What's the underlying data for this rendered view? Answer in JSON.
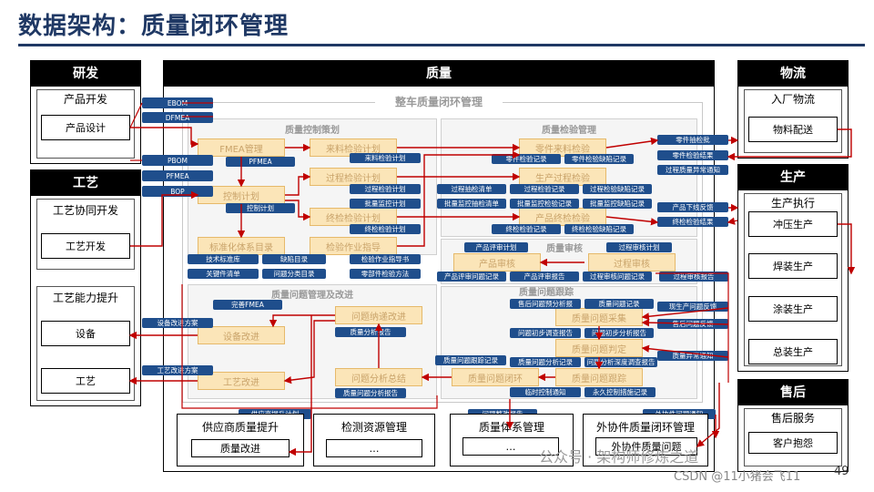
{
  "title": "数据架构：质量闭环管理",
  "page_number": "49",
  "left": {
    "rd": {
      "header": "研发",
      "group": "产品开发",
      "item": "产品设计"
    },
    "process": {
      "header": "工艺",
      "group1": "工艺协同开发",
      "item1": "工艺开发",
      "group2": "工艺能力提升",
      "item2": "设备",
      "item3": "工艺"
    }
  },
  "center": {
    "header": "质量",
    "frame_label": "整车质量闭环管理",
    "zones": {
      "qc_plan": "质量控制策划",
      "qi_manage": "质量检验管理",
      "qi_mgmt2": "质量问题管理及改进",
      "qa": "质量审核",
      "track": "质量问题跟踪"
    },
    "orange": {
      "fmea": "FMEA管理",
      "ctrl_plan": "控制计划",
      "std": "标准化体系目录",
      "incoming_plan": "来料检验计划",
      "process_plan": "过程检验计划",
      "final_plan": "终检检验计划",
      "guide": "检验作业指导",
      "parts_in": "零件来料检验",
      "process_check": "生产过程检验",
      "product_final": "产品终检检验",
      "prod_audit": "产品审核",
      "process_audit": "过程审核",
      "issue_summary": "问题纳递改进",
      "device_improve": "设备改进",
      "process_improve": "工艺改进",
      "issue_analysis": "问题分析总结",
      "issue_close": "质量问题闭环",
      "issue_collect": "质量问题采集",
      "issue_judge": "质量问题判定",
      "issue_trace": "质量问题跟踪"
    },
    "blue": {
      "ebom": "EBOM",
      "dfmea": "DFMEA",
      "pbom": "PBOM",
      "pfmea_l": "PFMEA",
      "bop": "BOP",
      "pfmea": "PFMEA",
      "ctrl_plan": "控制计划",
      "tech_std": "技术标准库",
      "key_list": "关键件清单",
      "defect_dir": "缺陷目录",
      "issue_dir": "问题分类目录",
      "guide_book": "检验作业指导书",
      "parts_method": "零部件检验方法",
      "inc_plan": "来料检验计划",
      "proc_plan": "过程检验计划",
      "batch_plan": "批量监控计划",
      "final_plan": "终检检验计划",
      "proc_list": "过程抽检清单",
      "batch_list": "批量监控抽检清单",
      "parts_rec": "零件检验记录",
      "parts_def": "零件检验缺陷记录",
      "proc_rec": "过程检验记录",
      "proc_def": "过程检验缺陷记录",
      "batch_rec": "批量监控检验记录",
      "batch_def": "批量监控缺陷记录",
      "final_rec": "终检检验记录",
      "final_def": "终检检验缺陷记录",
      "prod_plan": "产品评审计划",
      "proc_audit_plan": "过程审核计划",
      "prod_issue": "产品评审问题记录",
      "prod_report": "产品评审报告",
      "proc_issue": "过程审核问题记录",
      "proc_report": "过程审核报告",
      "improve_fmea": "完善FMEA",
      "qa_report": "质量分析报告",
      "qa_report2": "质量问题分析报告",
      "svc_analysis": "售后问题预分析报",
      "issue_record": "质量问题记录",
      "init_survey": "问题初步调查报告",
      "init_analysis": "问题初步分析报告",
      "issue_trace_rec": "质量问题跟踪记录",
      "analysis_rec": "质量问题分析记录",
      "deep_survey": "问题分析深度调查报告",
      "temp_notice": "临时控制通知",
      "perm_measure": "永久控制措施记录",
      "device_plan": "设备改进方案",
      "process_plan2": "工艺改进方案",
      "supplier_plan": "供应商提升计划",
      "system_report": "问题整改报告",
      "outsource_notice": "外协件问题通知",
      "parts_check": "零件抽检批",
      "parts_result": "零件检验结果",
      "proc_notice": "过程质量异常通知",
      "prod_feedback": "产品下线反馈",
      "final_result": "终检检验结果",
      "site_feedback": "现生产问题反馈",
      "svc_feedback": "售后问题反馈",
      "quality_notice": "质量异常通知"
    },
    "bottom": {
      "supplier": "供应商质量提升",
      "supplier_item": "质量改进",
      "test": "检测资源管理",
      "test_item": "…",
      "system": "质量体系管理",
      "system_item": "…",
      "outsource": "外协件质量闭环管理",
      "outsource_item": "外协件质量问题"
    }
  },
  "right": {
    "logistics": {
      "header": "物流",
      "group": "入厂物流",
      "item": "物料配送"
    },
    "production": {
      "header": "生产",
      "group": "生产执行",
      "items": [
        "冲压生产",
        "焊装生产",
        "涂装生产",
        "总装生产"
      ]
    },
    "after_sales": {
      "header": "售后",
      "group": "售后服务",
      "item": "客户抱怨"
    }
  },
  "watermark": "公众号 · 架构师修炼之道",
  "watermark2": "CSDN @11小猪会飞11",
  "colors": {
    "title": "#1f3864",
    "blue_box": "#1f4e8c",
    "orange_box": "#fbe5b8",
    "arrow": "#c00000"
  }
}
